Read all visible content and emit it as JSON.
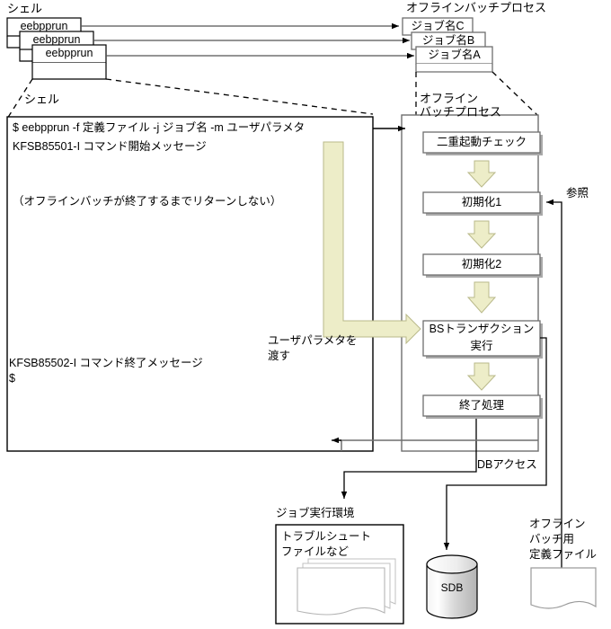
{
  "diagram": {
    "title_top_left": "シェル",
    "title_top_right": "オフラインバッチプロセス",
    "shell_stack": [
      {
        "label": "eebpprun"
      },
      {
        "label": "eebpprun"
      },
      {
        "label": "eebpprun"
      }
    ],
    "job_stack": [
      {
        "label": "ジョブ名C"
      },
      {
        "label": "ジョブ名B"
      },
      {
        "label": "ジョブ名A"
      }
    ],
    "shell_panel": {
      "caption": "シェル",
      "lines": [
        "$ eebpprun -f 定義ファイル -j ジョブ名 -m ユーザパラメタ",
        "KFSB85501-I コマンド開始メッセージ",
        "（オフラインバッチが終了するまでリターンしない）",
        "KFSB85502-I コマンド終了メッセージ",
        "$"
      ],
      "line1": "$ eebpprun -f 定義ファイル -j ジョブ名 -m ユーザパラメタ",
      "line2": "KFSB85501-I コマンド開始メッセージ",
      "line3": "（オフラインバッチが終了するまでリターンしない）",
      "line4": "KFSB85502-I コマンド終了メッセージ",
      "line5": "$"
    },
    "process_panel": {
      "caption_line1": "オフライン",
      "caption_line2": "バッチプロセス",
      "steps": [
        {
          "label": "二重起動チェック"
        },
        {
          "label": "初期化1"
        },
        {
          "label": "初期化2"
        },
        {
          "label": "BSトランザクション\n実行"
        },
        {
          "label": "終了処理"
        }
      ],
      "step1": "二重起動チェック",
      "step2": "初期化1",
      "step3": "初期化2",
      "step4_line1": "BSトランザクション",
      "step4_line2": "実行",
      "step5": "終了処理"
    },
    "annotations": {
      "pass_param_line1": "ユーザパラメタを",
      "pass_param_line2": "渡す",
      "reference": "参照",
      "db_access": "DBアクセス"
    },
    "job_env": {
      "caption": "ジョブ実行環境",
      "content_line1": "トラブルシュート",
      "content_line2": "ファイルなど"
    },
    "sdb": {
      "label": "SDB"
    },
    "def_file": {
      "caption_line1": "オフライン",
      "caption_line2": "バッチ用",
      "caption_line3": "定義ファイル"
    },
    "colors": {
      "beige_arrow_fill": "#ededc8",
      "beige_arrow_stroke": "#b9b98a",
      "box_border": "#6e6e6e",
      "line": "#000000",
      "shadow": "#a9a9a9",
      "cylinder_fill": "#d9d9d9"
    }
  }
}
